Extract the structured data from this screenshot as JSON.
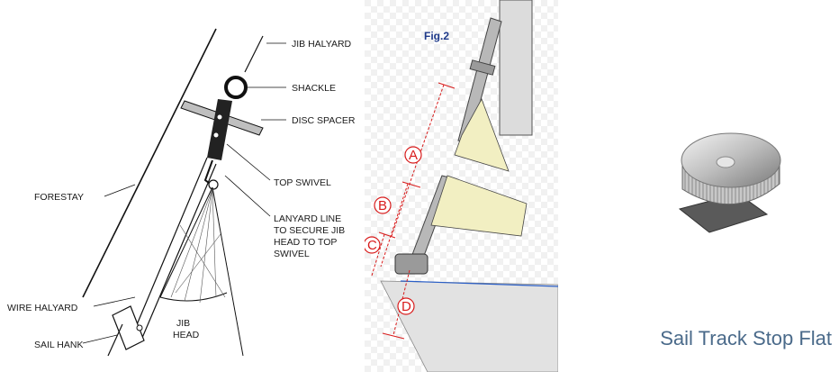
{
  "left_diagram": {
    "labels": {
      "jib_halyard": "JIB HALYARD",
      "shackle": "SHACKLE",
      "disc_spacer": "DISC SPACER",
      "top_swivel": "TOP SWIVEL",
      "forestay": "FORESTAY",
      "lanyard_line": [
        "LANYARD LINE",
        "TO SECURE JIB",
        "HEAD TO TOP",
        "SWIVEL"
      ],
      "wire_halyard": "WIRE HALYARD",
      "sail_hank": "SAIL HANK",
      "jib_head": [
        "JIB",
        "HEAD"
      ]
    }
  },
  "middle_diagram": {
    "title": "Fig.2",
    "markers": [
      "A",
      "B",
      "C",
      "D"
    ],
    "colors": {
      "dimension": "#d81b1b",
      "sail": "#f2efc2",
      "title": "#1f3a8a"
    }
  },
  "right_panel": {
    "caption": "Sail Track Stop Flat"
  }
}
